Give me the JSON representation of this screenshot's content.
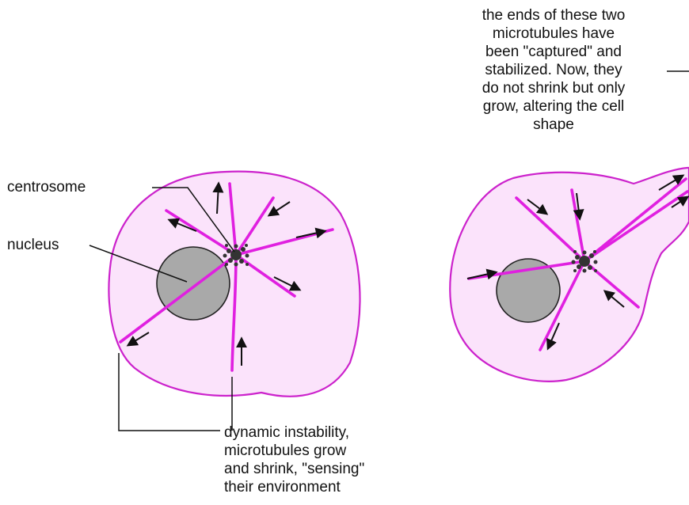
{
  "labels": {
    "centrosome": "centrosome",
    "nucleus": "nucleus",
    "dynamic_instability": [
      "dynamic instability,",
      "microtubules grow",
      "and shrink, \"sensing\"",
      "their environment"
    ],
    "captured": [
      "the ends of these two",
      "microtubules have",
      "been \"captured\" and",
      "stabilized. Now, they",
      "do not shrink but only",
      "grow, altering the cell",
      "shape"
    ]
  },
  "colors": {
    "membrane": "#cc22cc",
    "cytoplasm": "#fbe3fb",
    "microtubule": "#e020e0",
    "nucleus": "#a9a9a9",
    "centrosome": "#333333",
    "text": "#111111"
  }
}
